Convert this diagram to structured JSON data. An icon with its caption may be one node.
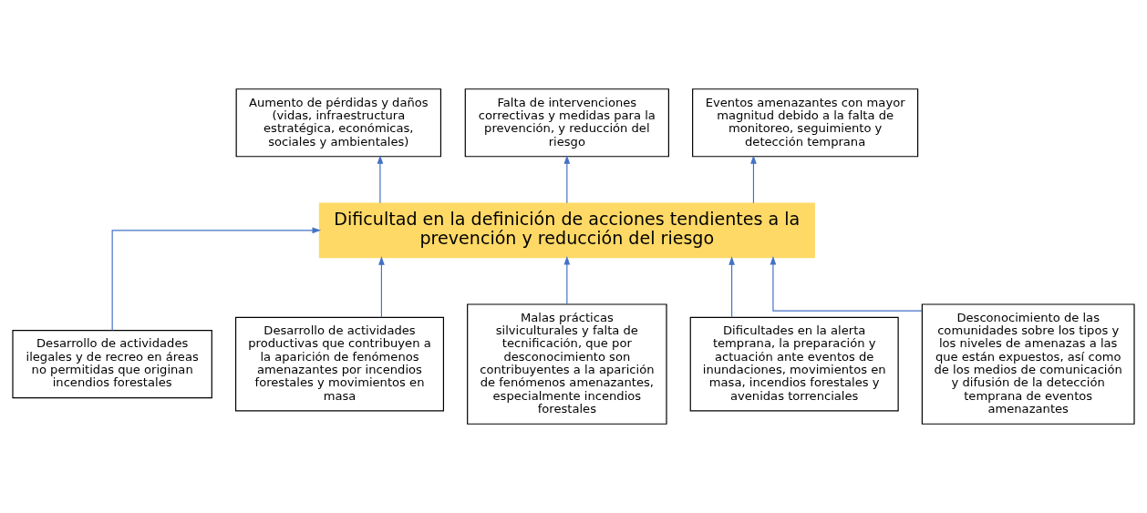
{
  "diagram": {
    "nodes": [
      {
        "text": [
          "Aumento de pérdidas y daños (vidas, infraestructura estratégica, económicas, sociales y ambientales)"
        ]
      },
      {
        "text": [
          "Falta de intervenciones correctivas y medidas para la prevención, y reducción del riesgo"
        ]
      },
      {
        "text": [
          "Eventos amenazantes con mayor magnitud debido a la falta de monitoreo, seguimiento y detección temprana"
        ]
      },
      {
        "text": [
          "Dificultad en la definición de acciones tendientes a la prevención y reducción del riesgo"
        ]
      },
      {
        "text": [
          "Desarrollo de actividades ilegales y de recreo en áreas no permitidas que originan incendios forestales"
        ]
      },
      {
        "text": [
          "Desarrollo de actividades productivas que contribuyen a la aparición de fenómenos amenazantes por incendios forestales y movimientos en masa"
        ]
      },
      {
        "text": [
          "Malas prácticas silviculturales y falta de tecnificación, que por desconocimiento son contribuyentes a la aparición de fenómenos amenazantes, especialmente incendios forestales"
        ]
      },
      {
        "text": [
          "Dificultades en la alerta temprana, la preparación y actuación ante eventos de inundaciones, movimientos en masa, incendios forestales y avenidas torrenciales"
        ]
      },
      {
        "text": [
          "Desconocimiento de las comunidades sobre los tipos y los niveles de amenazas a las que están expuestos, así como de los medios de comunicación y difusión de la detección temprana de eventos amenazantes"
        ]
      }
    ],
    "edges": [
      {
        "from": 4,
        "to": 3,
        "arrow": "to"
      },
      {
        "from": 5,
        "to": 3,
        "arrow": "to"
      },
      {
        "from": 6,
        "to": 3,
        "arrow": "to"
      },
      {
        "from": 7,
        "to": 3,
        "arrow": "to"
      },
      {
        "from": 8,
        "to": 3,
        "arrow": "to"
      },
      {
        "from": 3,
        "to": 0,
        "arrow": "to"
      },
      {
        "from": 3,
        "to": 1,
        "arrow": "to"
      },
      {
        "from": 3,
        "to": 2,
        "arrow": "to"
      }
    ]
  }
}
